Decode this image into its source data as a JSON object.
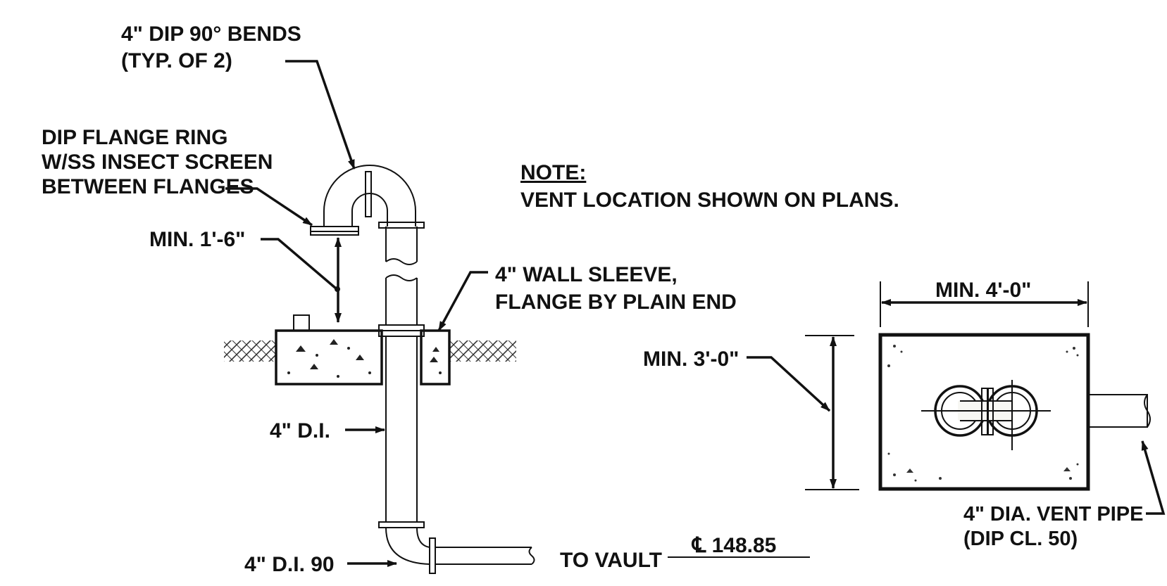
{
  "labels": {
    "bends_line1": "4\" DIP 90° BENDS",
    "bends_line2": "(TYP. OF 2)",
    "flange_line1": "DIP FLANGE RING",
    "flange_line2": "W/SS INSECT SCREEN",
    "flange_line3": "BETWEEN FLANGES",
    "min_height": "MIN. 1'-6\"",
    "wall_sleeve_line1": "4\" WALL SLEEVE,",
    "wall_sleeve_line2": "FLANGE BY PLAIN END",
    "note_title": "NOTE:",
    "note_text": "VENT LOCATION SHOWN ON PLANS.",
    "di_pipe": "4\" D.I.",
    "di_90": "4\" D.I. 90",
    "to_vault": "TO VAULT",
    "elevation": "℄ 148.85",
    "min_width": "MIN. 4'-0\"",
    "min_depth": "MIN. 3'-0\"",
    "vent_pipe_line1": "4\" DIA. VENT PIPE",
    "vent_pipe_line2": "(DIP CL. 50)"
  },
  "colors": {
    "ink": "#111111",
    "concrete_fill": "#f4f4f0",
    "background": "#ffffff"
  }
}
